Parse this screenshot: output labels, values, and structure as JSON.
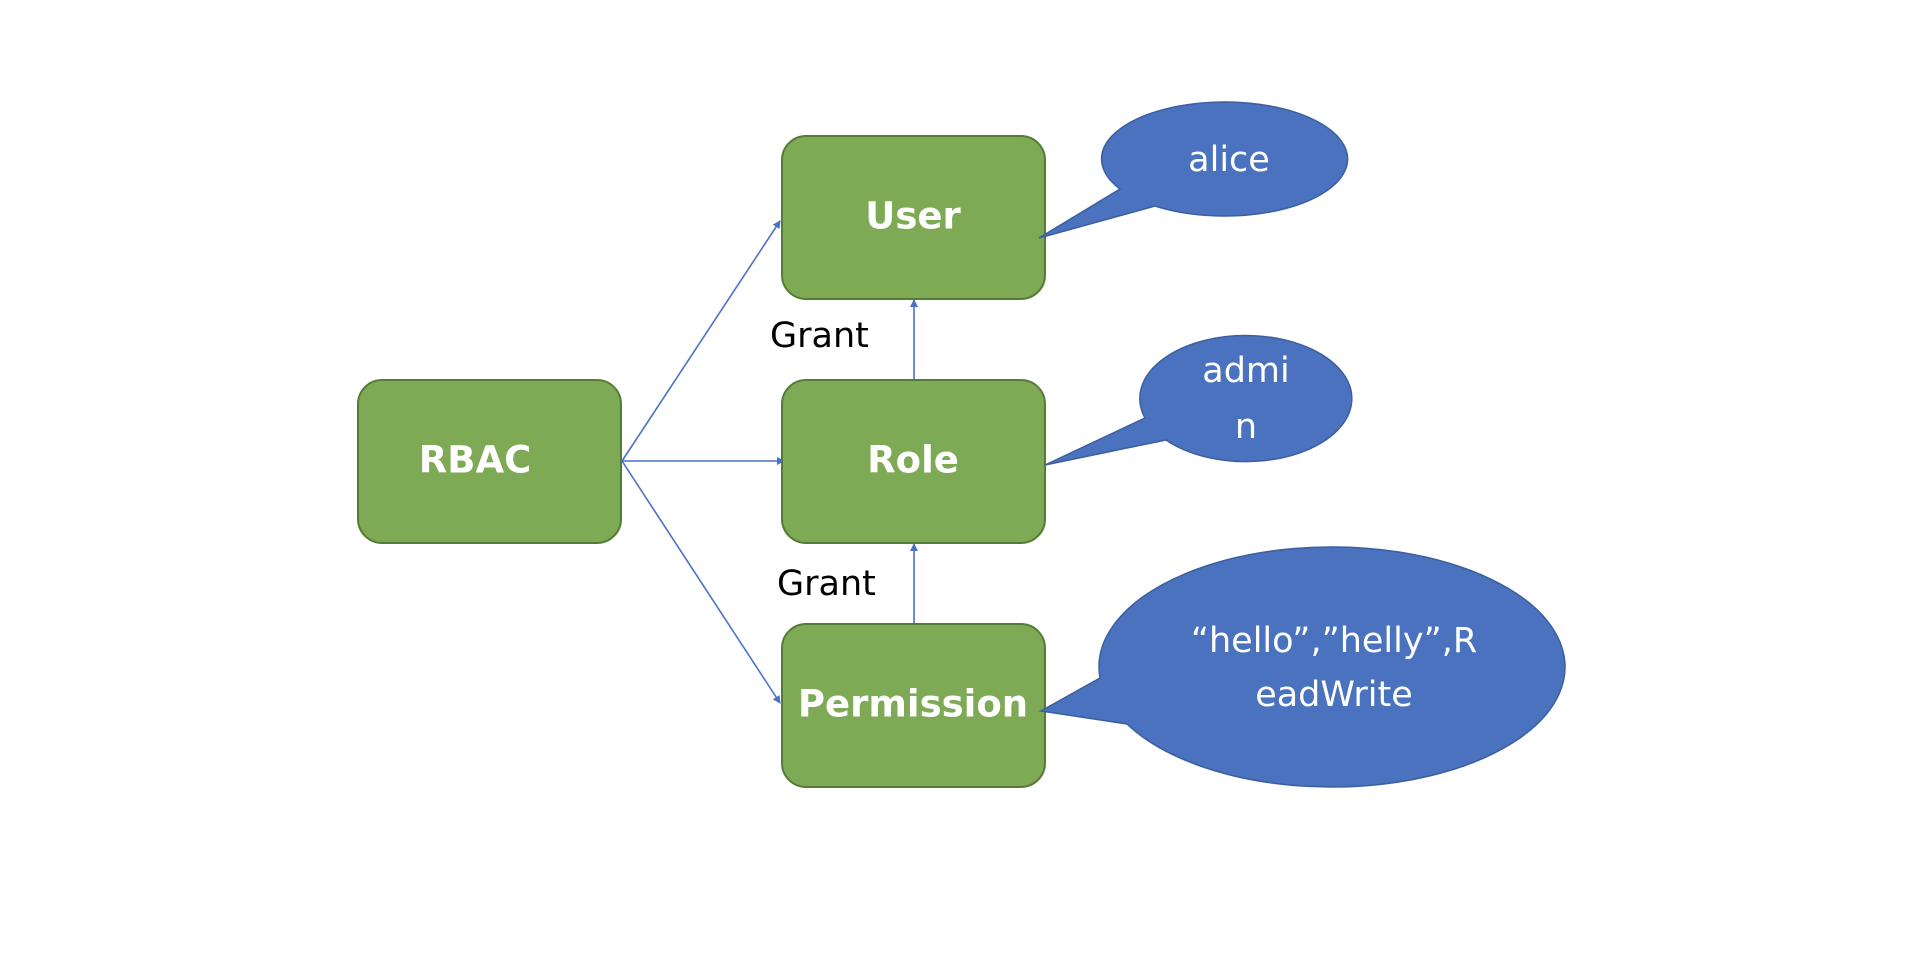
{
  "diagram": {
    "nodes": {
      "rbac": {
        "label": "RBAC"
      },
      "user": {
        "label": "User"
      },
      "role": {
        "label": "Role"
      },
      "permission": {
        "label": "Permission"
      }
    },
    "edges": {
      "role_to_user": {
        "label": "Grant"
      },
      "permission_to_role": {
        "label": "Grant"
      }
    },
    "callouts": {
      "user_value": {
        "lines": [
          "alice"
        ]
      },
      "role_value": {
        "lines": [
          "admi",
          "n"
        ]
      },
      "permission_value": {
        "lines": [
          "“hello”,”helly”,R",
          "eadWrite"
        ]
      }
    },
    "colors": {
      "node_fill": "#7ea955",
      "node_stroke": "#547c36",
      "callout_fill": "#4a72bf",
      "callout_stroke": "#3b5f9f",
      "arrow": "#4a72c4"
    }
  }
}
